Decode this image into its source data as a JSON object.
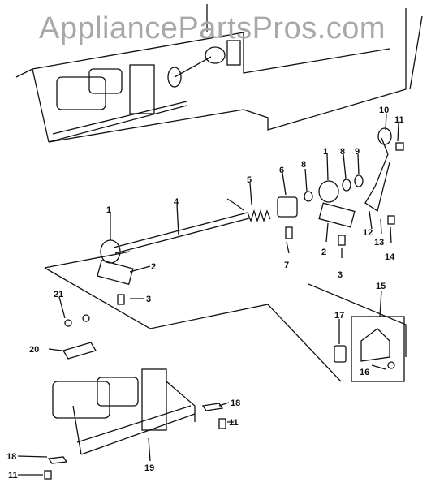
{
  "watermark": "AppliancePartsPros.com",
  "callouts": [
    {
      "id": "c1a",
      "text": "1"
    },
    {
      "id": "c1b",
      "text": "1"
    },
    {
      "id": "c2a",
      "text": "2"
    },
    {
      "id": "c2b",
      "text": "2"
    },
    {
      "id": "c3a",
      "text": "3"
    },
    {
      "id": "c3b",
      "text": "3"
    },
    {
      "id": "c4",
      "text": "4"
    },
    {
      "id": "c5",
      "text": "5"
    },
    {
      "id": "c6",
      "text": "6"
    },
    {
      "id": "c7",
      "text": "7"
    },
    {
      "id": "c8a",
      "text": "8"
    },
    {
      "id": "c8b",
      "text": "8"
    },
    {
      "id": "c9",
      "text": "9"
    },
    {
      "id": "c10",
      "text": "10"
    },
    {
      "id": "c11a",
      "text": "11"
    },
    {
      "id": "c11b",
      "text": "11"
    },
    {
      "id": "c11c",
      "text": "11"
    },
    {
      "id": "c12",
      "text": "12"
    },
    {
      "id": "c13",
      "text": "13"
    },
    {
      "id": "c14",
      "text": "14"
    },
    {
      "id": "c15",
      "text": "15"
    },
    {
      "id": "c16",
      "text": "16"
    },
    {
      "id": "c17",
      "text": "17"
    },
    {
      "id": "c18a",
      "text": "18"
    },
    {
      "id": "c18b",
      "text": "18"
    },
    {
      "id": "c19",
      "text": "19"
    },
    {
      "id": "c20",
      "text": "20"
    },
    {
      "id": "c21",
      "text": "21"
    }
  ]
}
